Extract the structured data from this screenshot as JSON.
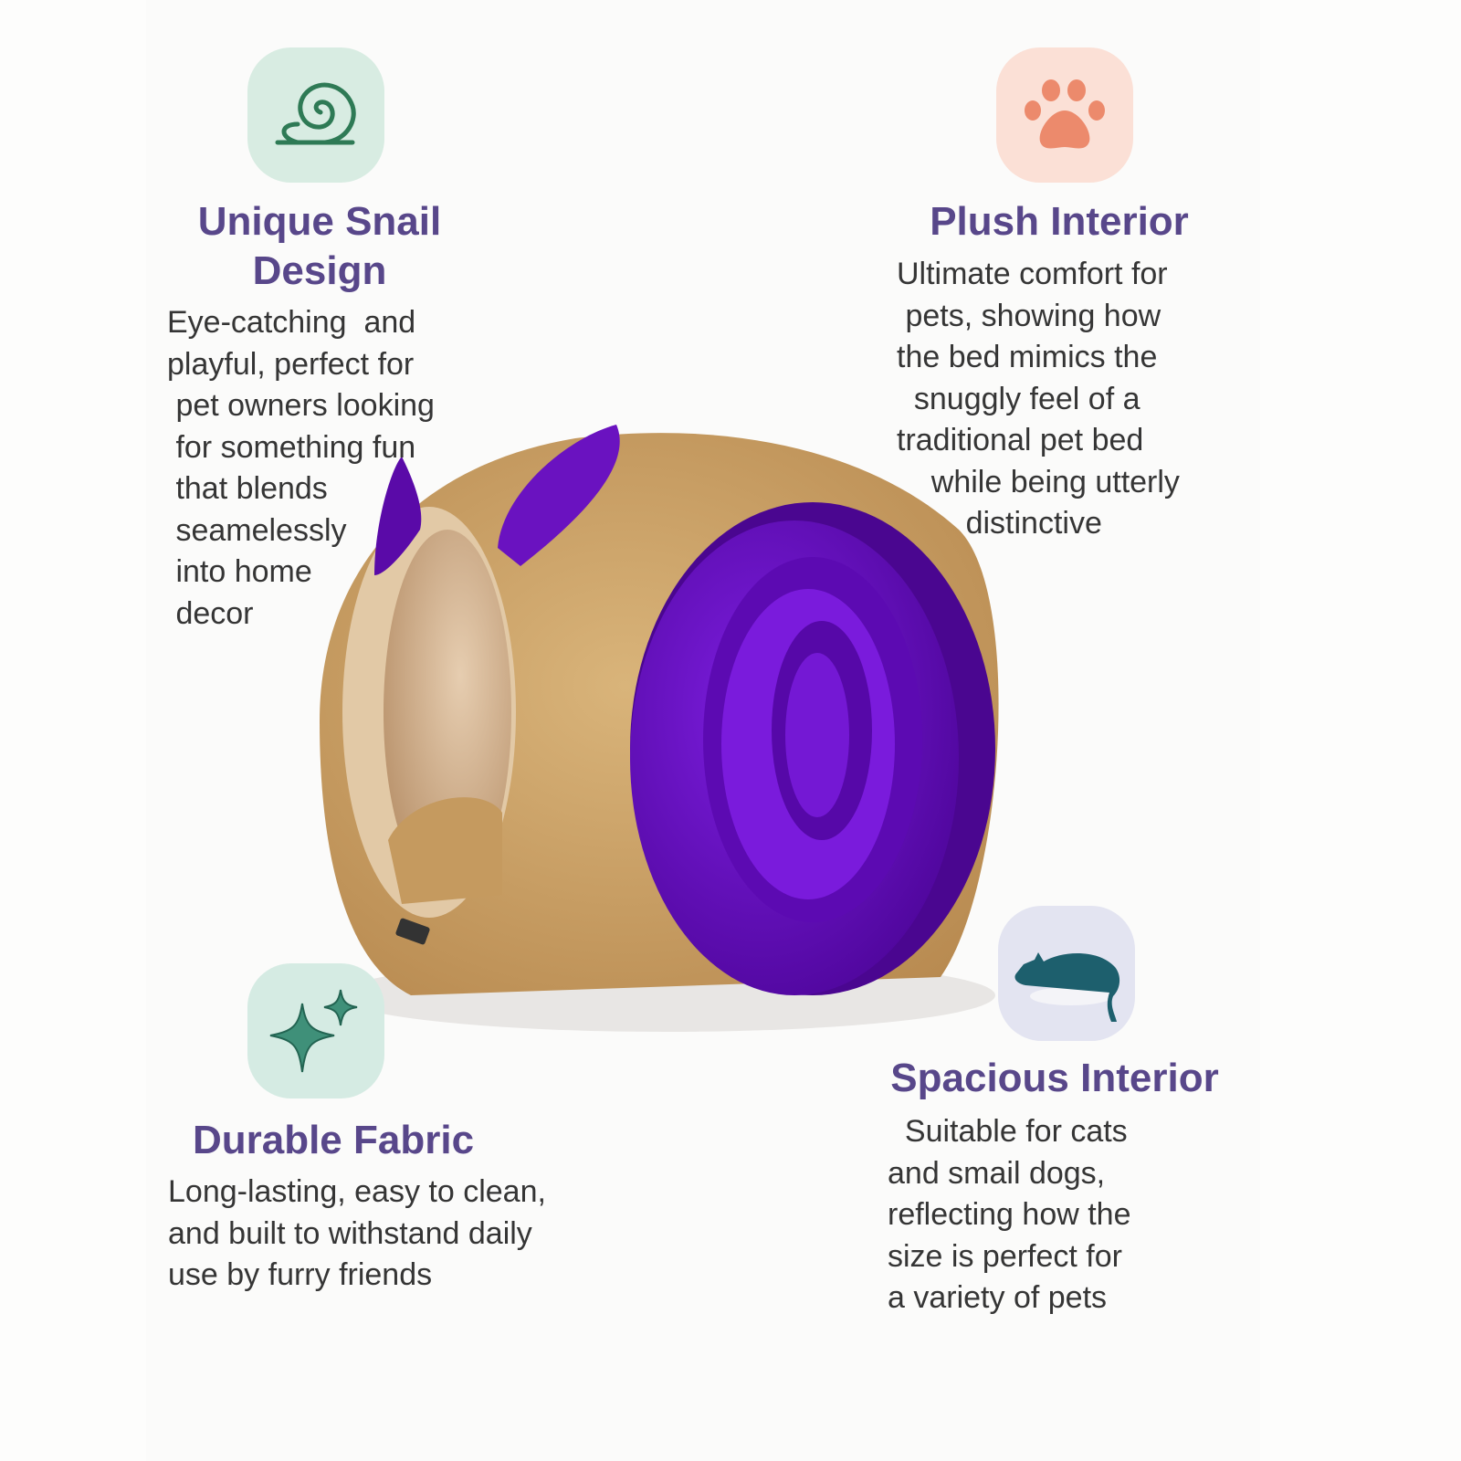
{
  "features": [
    {
      "title_lines": [
        "Unique Snail",
        "Design"
      ],
      "icon": "snail-icon",
      "body_lines": [
        "Eye-catching  and",
        "playful, perfect for",
        " pet owners looking",
        " for something fun",
        " that blends",
        " seamelessly",
        " into home",
        " decor"
      ]
    },
    {
      "title_lines": [
        "Plush Interior"
      ],
      "icon": "paw-icon",
      "body_lines": [
        "Ultimate comfort for",
        " pets, showing how",
        "the bed mimics the",
        "  snuggly feel of a",
        "traditional pet bed",
        "    while being utterly",
        "        distinctive"
      ]
    },
    {
      "title_lines": [
        "Durable Fabric"
      ],
      "icon": "sparkle-icon",
      "body_lines": [
        "Long-lasting, easy to clean,",
        "and built to withstand daily",
        "use by furry friends"
      ]
    },
    {
      "title_lines": [
        "Spacious Interior"
      ],
      "icon": "sleeping-cat-icon",
      "body_lines": [
        "  Suitable for cats",
        "and smail dogs,",
        "reflecting how the",
        "size is perfect for",
        "a variety of pets"
      ]
    }
  ],
  "colors": {
    "title": "#58478a",
    "body_text": "#353535",
    "snail_tile": "#d8ece2",
    "paw_tile": "#fbe0d6",
    "sparkle_tile": "#d5ebe3",
    "cat_tile": "#e3e4f1",
    "bed_tan": "#c9a066",
    "bed_purple": "#6a0fc4"
  }
}
